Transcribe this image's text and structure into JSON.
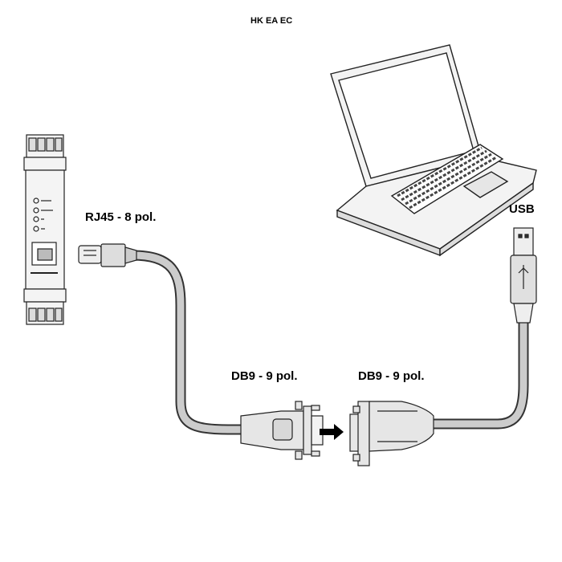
{
  "title": "HK EA EC",
  "labels": {
    "rj45": "RJ45 - 8 pol.",
    "db9_male": "DB9 - 9 pol.",
    "db9_female": "DB9 - 9 pol.",
    "usb": "USB"
  }
}
